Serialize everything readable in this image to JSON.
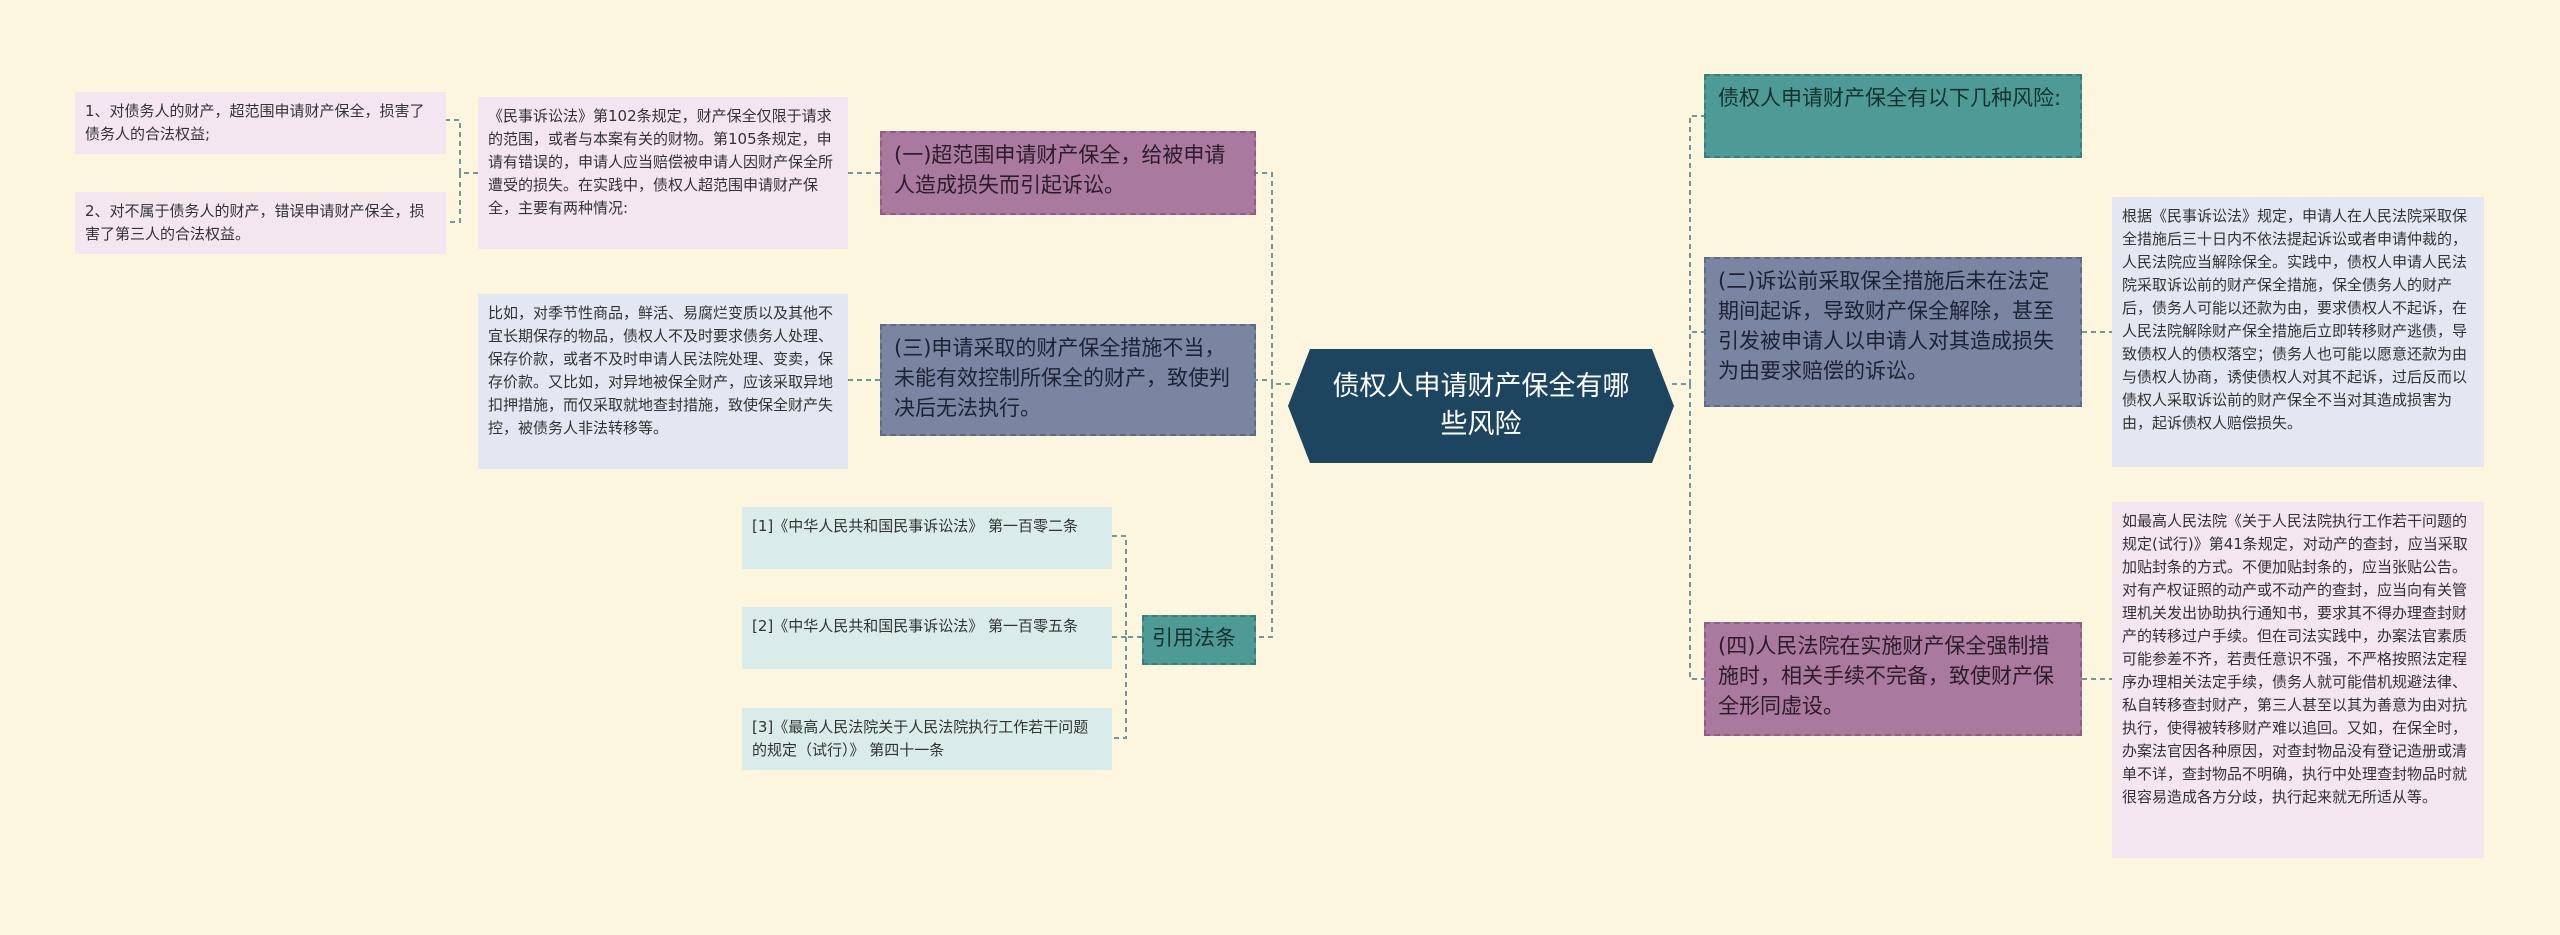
{
  "root": {
    "title": "债权人申请财产保全有哪些风险"
  },
  "left": {
    "branch1": {
      "label": "(一)超范围申请财产保全，给被申请人造成损失而引起诉讼。",
      "detail": "《民事诉讼法》第102条规定，财产保全仅限于请求的范围，或者与本案有关的财物。第105条规定，申请有错误的，申请人应当赔偿被申请人因财产保全所遭受的损失。在实践中，债权人超范围申请财产保全，主要有两种情况:",
      "sub": [
        "1、对债务人的财产，超范围申请财产保全，损害了债务人的合法权益;",
        "2、对不属于债务人的财产，错误申请财产保全，损害了第三人的合法权益。"
      ]
    },
    "branch3": {
      "label": "(三)申请采取的财产保全措施不当，未能有效控制所保全的财产，致使判决后无法执行。",
      "detail": "比如，对季节性商品，鲜活、易腐烂变质以及其他不宜长期保存的物品，债权人不及时要求债务人处理、保存价款，或者不及时申请人民法院处理、变卖，保存价款。又比如，对异地被保全财产，应该采取异地扣押措施，而仅采取就地查封措施，致使保全财产失控，被债务人非法转移等。"
    },
    "laws": {
      "label": "引用法条",
      "items": [
        "[1]《中华人民共和国民事诉讼法》 第一百零二条",
        "[2]《中华人民共和国民事诉讼法》 第一百零五条",
        "[3]《最高人民法院关于人民法院执行工作若干问题的规定（试行）》 第四十一条"
      ]
    }
  },
  "right": {
    "intro": {
      "label": "债权人申请财产保全有以下几种风险:"
    },
    "branch2": {
      "label": "(二)诉讼前采取保全措施后未在法定期间起诉，导致财产保全解除，甚至引发被申请人以申请人对其造成损失为由要求赔偿的诉讼。",
      "detail": "根据《民事诉讼法》规定，申请人在人民法院采取保全措施后三十日内不依法提起诉讼或者申请仲裁的，人民法院应当解除保全。实践中，债权人申请人民法院采取诉讼前的财产保全措施，保全债务人的财产后，债务人可能以还款为由，要求债权人不起诉，在人民法院解除财产保全措施后立即转移财产逃债，导致债权人的债权落空；债务人也可能以愿意还款为由与债权人协商，诱使债权人对其不起诉，过后反而以债权人采取诉讼前的财产保全不当对其造成损害为由，起诉债权人赔偿损失。"
    },
    "branch4": {
      "label": "(四)人民法院在实施财产保全强制措施时，相关手续不完备，致使财产保全形同虚设。",
      "detail": "如最高人民法院《关于人民法院执行工作若干问题的规定(试行)》第41条规定，对动产的查封，应当采取加贴封条的方式。不便加贴封条的，应当张贴公告。对有产权证照的动产或不动产的查封，应当向有关管理机关发出协助执行通知书，要求其不得办理查封财产的转移过户手续。但在司法实践中，办案法官素质可能参差不齐，若责任意识不强，不严格按照法定程序办理相关法定手续，债务人就可能借机规避法律、私自转移查封财产，第三人甚至以其为善意为由对抗执行，使得被转移财产难以追回。又如，在保全时，办案法官因各种原因，对查封物品没有登记造册或清单不详，查封物品不明确，执行中处理查封物品时就很容易造成各方分歧，执行起来就无所适从等。"
    }
  },
  "colors": {
    "root": "#1d4560",
    "purple": "#a9799f",
    "slate": "#7a85a2",
    "teal": "#4e9a96",
    "line": "#5a8f8f"
  }
}
